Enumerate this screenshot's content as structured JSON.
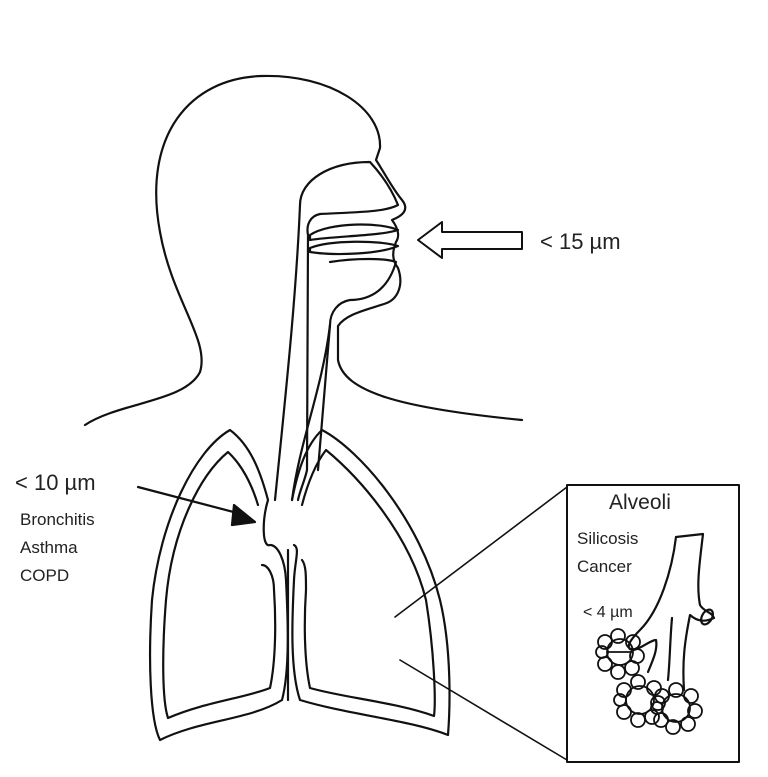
{
  "labels": {
    "nose_size": "< 15 µm",
    "bronchi_size": "< 10 µm",
    "bronchi_diseases": [
      "Bronchitis",
      "Asthma",
      "COPD"
    ],
    "alveoli_title": "Alveoli",
    "alveoli_diseases": [
      "Silicosis",
      "Cancer"
    ],
    "alveoli_size": "< 4 µm"
  },
  "colors": {
    "line": "#111111",
    "background": "#ffffff"
  }
}
